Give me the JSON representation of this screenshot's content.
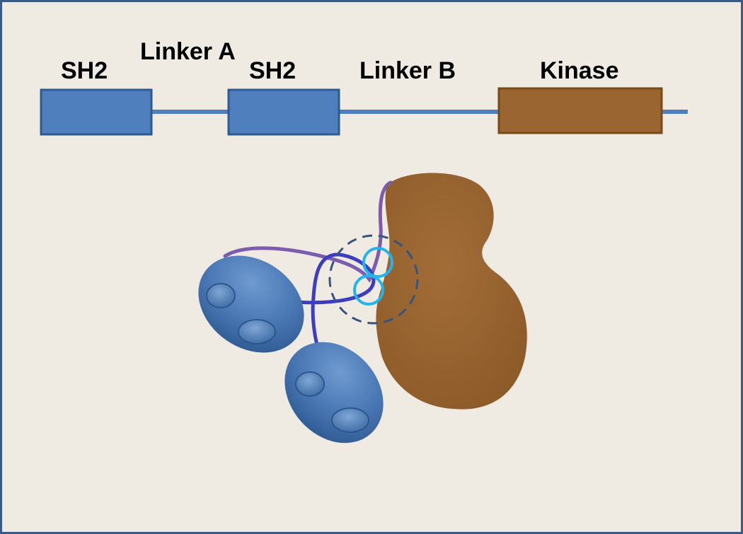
{
  "domain_labels": {
    "sh2_first": "SH2",
    "linker_a": "Linker A",
    "sh2_second": "SH2",
    "linker_b": "Linker B",
    "kinase": "Kinase"
  },
  "colors": {
    "background": "#efebe2",
    "border": "#3b5a86",
    "sh2_domain": "#4f80bd",
    "sh2_outline": "#38618f",
    "linker_line": "#4f80bd",
    "kinase_domain": "#9b6532",
    "kinase_outline": "#7a4a17",
    "linker_a_3d": "#7b5cae",
    "linker_b_3d": "#3d3dc0",
    "contact_circles": "#22b4ea",
    "interaction_zone": "#36557e"
  }
}
